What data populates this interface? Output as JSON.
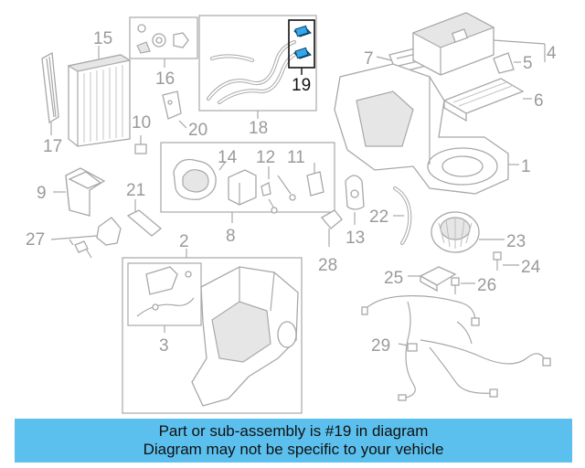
{
  "callouts": {
    "c1": "1",
    "c2": "2",
    "c3": "3",
    "c4": "4",
    "c5": "5",
    "c6": "6",
    "c7": "7",
    "c8": "8",
    "c9": "9",
    "c10": "10",
    "c11": "11",
    "c12": "12",
    "c13": "13",
    "c14": "14",
    "c15": "15",
    "c16": "16",
    "c17": "17",
    "c18": "18",
    "c19": "19",
    "c20": "20",
    "c21": "21",
    "c22": "22",
    "c23": "23",
    "c24": "24",
    "c25": "25",
    "c26": "26",
    "c27": "27",
    "c28": "28",
    "c29": "29"
  },
  "highlight": {
    "part_number": "19",
    "color": "#0a7fd0"
  },
  "banner": {
    "line1": "Part or sub-assembly is #19 in diagram",
    "line2": "Diagram may not be specific to your vehicle",
    "color": "#5cc0ee"
  }
}
